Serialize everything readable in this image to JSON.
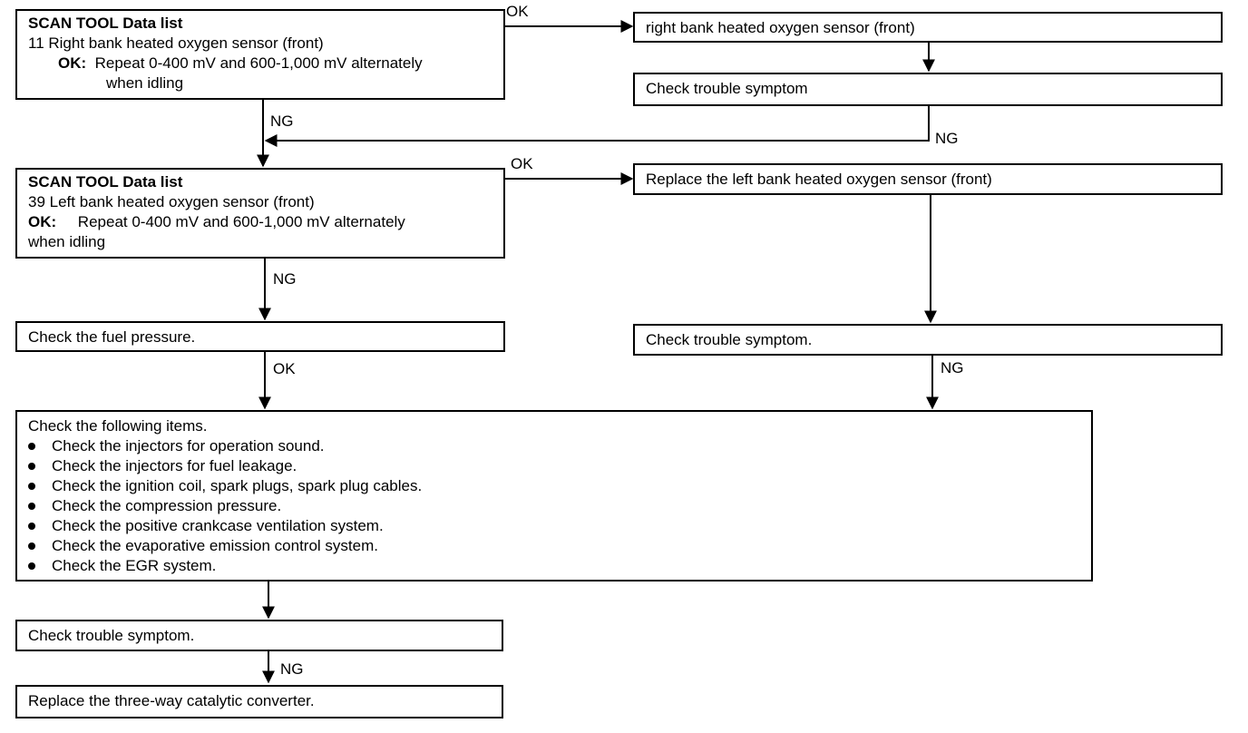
{
  "boxes": {
    "scan1": {
      "title": "SCAN TOOL Data list",
      "line1": "11 Right bank heated oxygen sensor (front)",
      "ok_label": "OK:",
      "ok_text": "Repeat 0-400 mV and 600-1,000 mV alternately",
      "line3": "when idling"
    },
    "right_sensor": "right bank heated oxygen sensor (front)",
    "check_symptom_1": "Check trouble symptom",
    "scan2": {
      "title": "SCAN TOOL Data list",
      "line1": "39 Left bank heated oxygen sensor (front)",
      "ok_label": "OK:",
      "ok_text": "Repeat 0-400 mV and 600-1,000 mV alternately",
      "line3": "when idling"
    },
    "replace_left": "Replace the left bank heated oxygen sensor (front)",
    "fuel_pressure": "Check the fuel pressure.",
    "check_symptom_2": "Check trouble symptom.",
    "items": {
      "title": "Check the following items.",
      "list": [
        "Check the injectors for operation sound.",
        "Check the injectors for fuel leakage.",
        "Check the ignition coil, spark plugs, spark plug cables.",
        "Check the compression pressure.",
        "Check the positive crankcase ventilation system.",
        "Check the evaporative emission control system.",
        "Check the EGR system."
      ]
    },
    "check_symptom_3": "Check trouble symptom.",
    "replace_catalytic": "Replace the three-way catalytic converter."
  },
  "labels": {
    "ok_1": "OK",
    "ng_1": "NG",
    "ng_2": "NG",
    "ok_2": "OK",
    "ng_3": "NG",
    "ok_3": "OK",
    "ng_4": "NG",
    "ng_5": "NG"
  }
}
